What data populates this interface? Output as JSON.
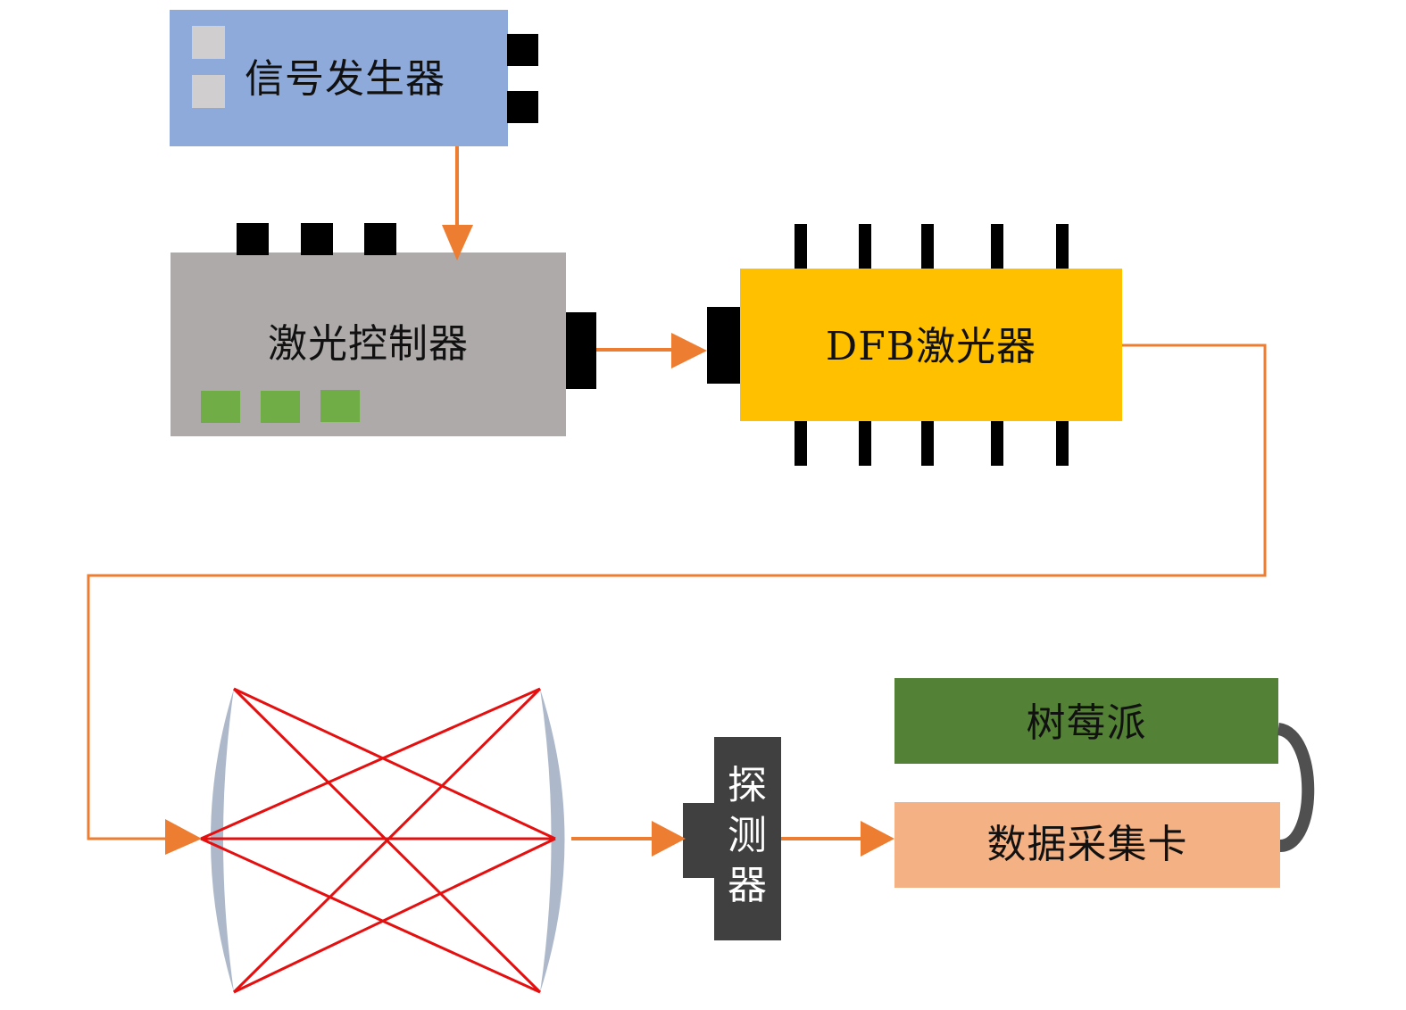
{
  "diagram": {
    "title": "",
    "components": {
      "signal_generator": {
        "label": "信号发生器",
        "color": "#8eaadb"
      },
      "laser_controller": {
        "label": "激光控制器",
        "color": "#aeaaaa",
        "indicator_color": "#70ad47"
      },
      "dfb_laser": {
        "label": "DFB激光器",
        "color": "#ffc000"
      },
      "gas_cell": {
        "label": "",
        "mirror_color": "#adb9ca",
        "beam_color": "#e50f0f"
      },
      "detector": {
        "label_chars": [
          "探",
          "测",
          "器"
        ],
        "color": "#404040"
      },
      "raspberry_pi": {
        "label": "树莓派",
        "color": "#538135"
      },
      "daq_card": {
        "label": "数据采集卡",
        "color": "#f4b183"
      }
    },
    "connections": [
      {
        "from": "signal_generator",
        "to": "laser_controller",
        "type": "arrow"
      },
      {
        "from": "laser_controller",
        "to": "dfb_laser",
        "type": "arrow"
      },
      {
        "from": "dfb_laser",
        "to": "gas_cell",
        "type": "fiber-arrow"
      },
      {
        "from": "gas_cell",
        "to": "detector",
        "type": "arrow"
      },
      {
        "from": "detector",
        "to": "daq_card",
        "type": "arrow"
      },
      {
        "from": "daq_card",
        "to": "raspberry_pi",
        "type": "cable"
      }
    ],
    "colors": {
      "arrow": "#ed7d31",
      "cable": "#505050",
      "port": "#000000"
    }
  }
}
